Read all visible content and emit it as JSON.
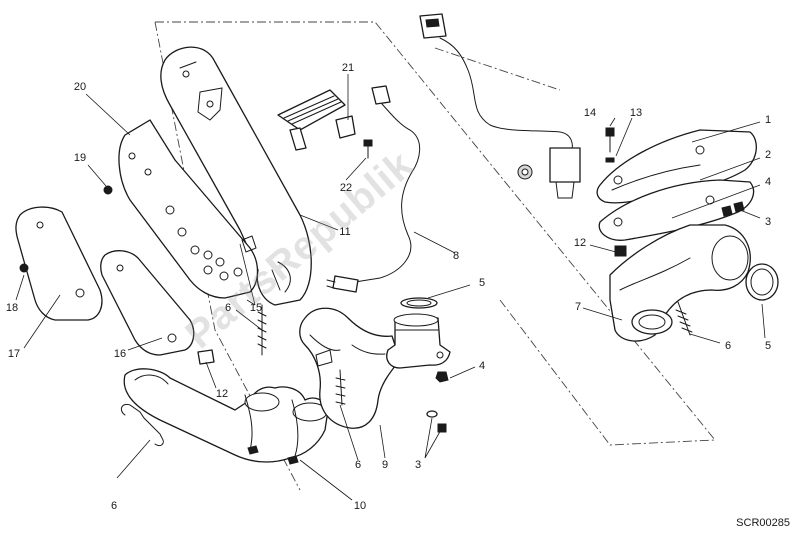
{
  "drawing_code": "SCR00285",
  "watermark": "PartsRepublik",
  "callouts": [
    {
      "id": "c1",
      "label": "1"
    },
    {
      "id": "c2",
      "label": "2"
    },
    {
      "id": "c3a",
      "label": "3"
    },
    {
      "id": "c3b",
      "label": "3"
    },
    {
      "id": "c4a",
      "label": "4"
    },
    {
      "id": "c4b",
      "label": "4"
    },
    {
      "id": "c5a",
      "label": "5"
    },
    {
      "id": "c5b",
      "label": "5"
    },
    {
      "id": "c6a",
      "label": "6"
    },
    {
      "id": "c6b",
      "label": "6"
    },
    {
      "id": "c6c",
      "label": "6"
    },
    {
      "id": "c6d",
      "label": "6"
    },
    {
      "id": "c7",
      "label": "7"
    },
    {
      "id": "c8",
      "label": "8"
    },
    {
      "id": "c9",
      "label": "9"
    },
    {
      "id": "c10",
      "label": "10"
    },
    {
      "id": "c11",
      "label": "11"
    },
    {
      "id": "c12a",
      "label": "12"
    },
    {
      "id": "c12b",
      "label": "12"
    },
    {
      "id": "c13",
      "label": "13"
    },
    {
      "id": "c14",
      "label": "14"
    },
    {
      "id": "c15",
      "label": "15"
    },
    {
      "id": "c16",
      "label": "16"
    },
    {
      "id": "c17",
      "label": "17"
    },
    {
      "id": "c18",
      "label": "18"
    },
    {
      "id": "c19",
      "label": "19"
    },
    {
      "id": "c20",
      "label": "20"
    },
    {
      "id": "c21",
      "label": "21"
    },
    {
      "id": "c22",
      "label": "22"
    }
  ]
}
